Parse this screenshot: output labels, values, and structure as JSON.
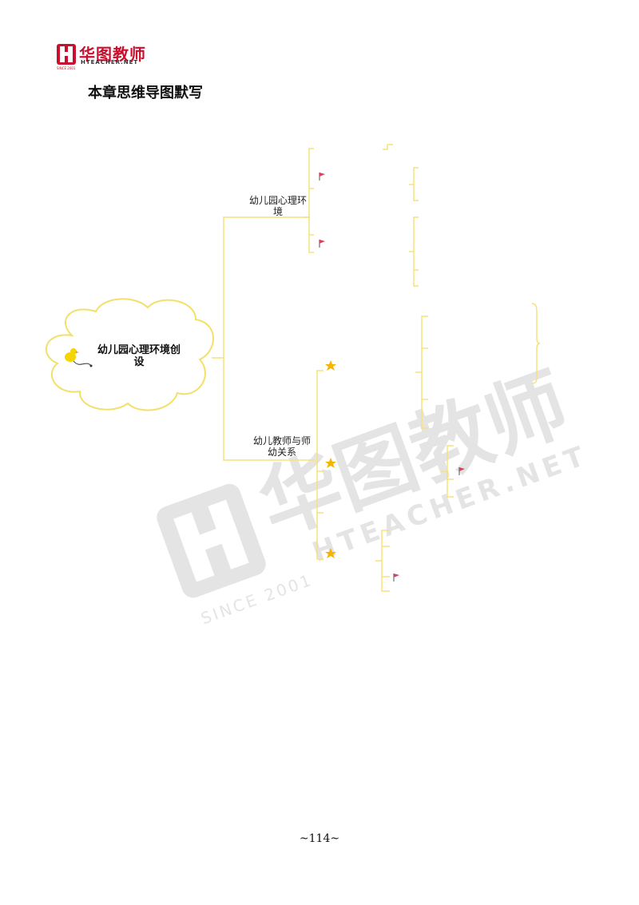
{
  "header": {
    "brand_name": "华图教师",
    "brand_site": "HTEACHER.NET",
    "brand_since": "SINCE 2001"
  },
  "section_title": "本章思维导图默写",
  "mind_map": {
    "root": "幼儿园心理环境创设",
    "branches": [
      {
        "label": "幼儿园心理环境"
      },
      {
        "label": "幼儿教师与师幼关系"
      }
    ]
  },
  "watermark": {
    "text": "华图教师",
    "site": "HTEACHER.NET",
    "since": "SINCE 2001"
  },
  "page_number": "~114~",
  "colors": {
    "branch_line": "#f6e27a",
    "cloud_stroke": "#f2e06a",
    "brand_red": "#c8102e",
    "flag_red": "#d9415a",
    "star": "#f5b400",
    "watermark": "#d8d8d8"
  }
}
